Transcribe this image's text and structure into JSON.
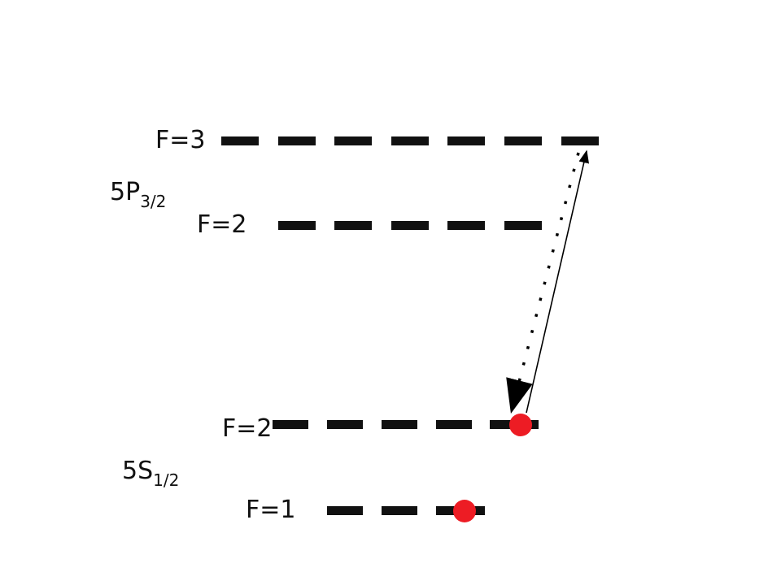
{
  "diagram": {
    "type": "energy-level-diagram",
    "colors": {
      "level": "#111111",
      "atom": "#ED1C24",
      "arrow": "#000000"
    },
    "manifolds": [
      {
        "name": "5P",
        "sub": "3/2"
      },
      {
        "name": "5S",
        "sub": "1/2"
      }
    ],
    "levels": [
      {
        "label": "F=3",
        "manifold": "5P3/2"
      },
      {
        "label": "F=2",
        "manifold": "5P3/2"
      },
      {
        "label": "F=2",
        "manifold": "5S1/2"
      },
      {
        "label": "F=1",
        "manifold": "5S1/2"
      }
    ],
    "transitions": [
      {
        "style": "solid",
        "from": "5S1/2 F=2",
        "to": "5P3/2 F=3",
        "direction": "up"
      },
      {
        "style": "dotted",
        "from": "5P3/2 F=3",
        "to": "5S1/2 F=2",
        "direction": "down"
      }
    ],
    "atoms": [
      {
        "level": "5S1/2 F=2"
      },
      {
        "level": "5S1/2 F=1"
      }
    ]
  }
}
